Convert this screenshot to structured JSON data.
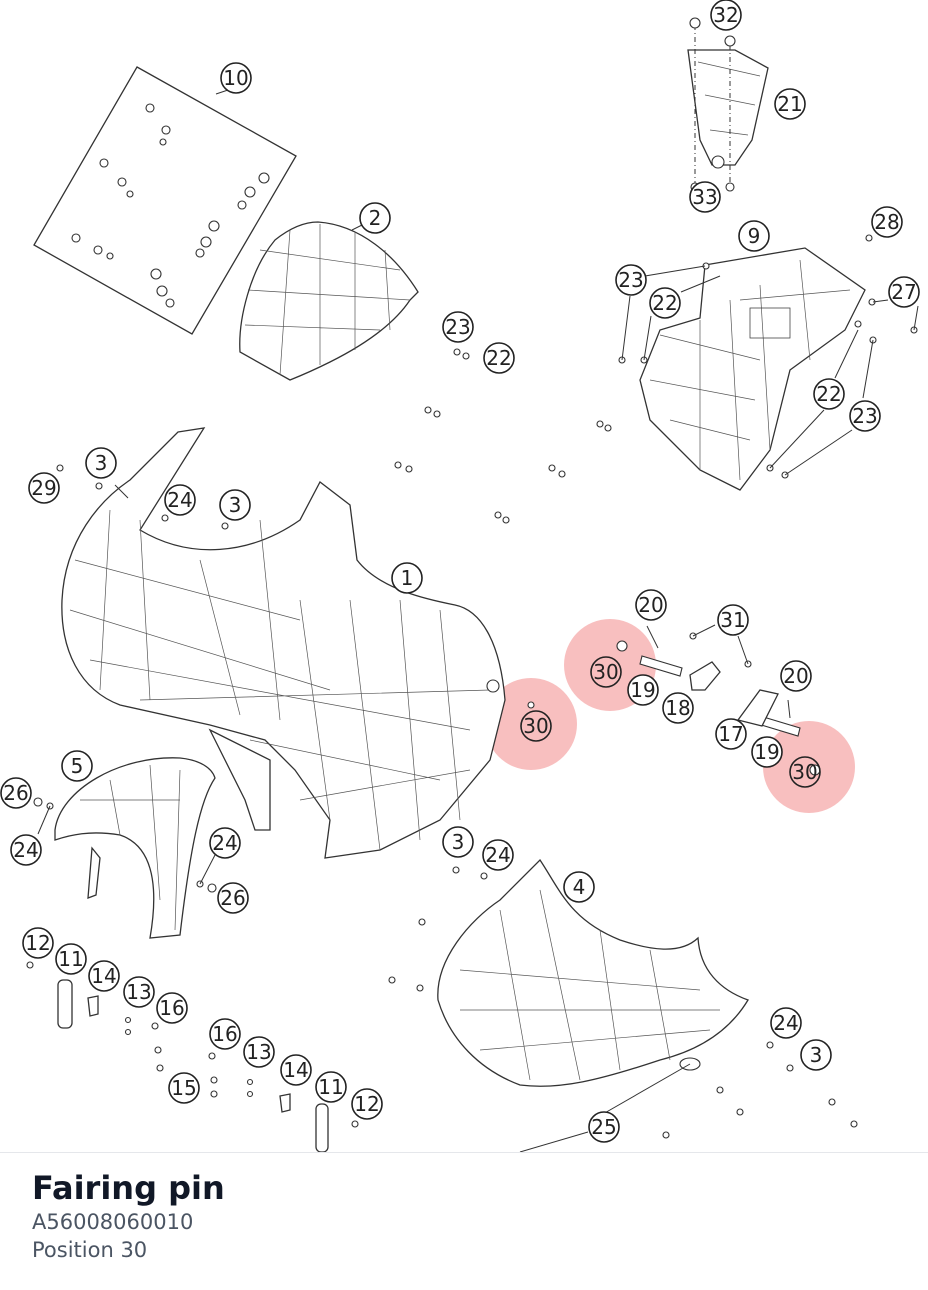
{
  "part": {
    "name": "Fairing pin",
    "number": "A56008060010",
    "position": "Position 30"
  },
  "diagram": {
    "highlight_color": "#f28a8a",
    "highlighted_position": "30",
    "callouts": [
      "32",
      "21",
      "33",
      "10",
      "2",
      "23",
      "22",
      "9",
      "28",
      "27",
      "22",
      "23",
      "22",
      "23",
      "29",
      "3",
      "24",
      "3",
      "1",
      "20",
      "31",
      "30",
      "19",
      "18",
      "20",
      "30",
      "17",
      "19",
      "30",
      "5",
      "26",
      "24",
      "24",
      "26",
      "3",
      "24",
      "4",
      "12",
      "11",
      "14",
      "13",
      "16",
      "16",
      "13",
      "14",
      "11",
      "12",
      "15",
      "24",
      "3",
      "25"
    ]
  }
}
